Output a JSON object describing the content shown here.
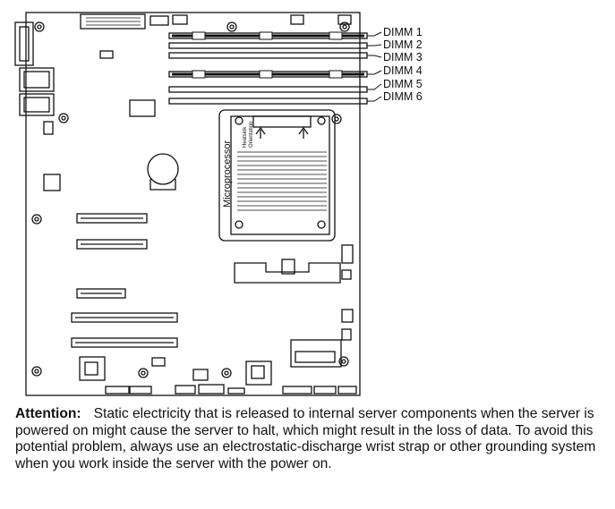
{
  "diagram": {
    "dimm_labels": [
      "DIMM 1",
      "DIMM 2",
      "DIMM 3",
      "DIMM 4",
      "DIMM 5",
      "DIMM 6"
    ],
    "processor_label": "Microprocessor",
    "heatsink_label_line1": "Heatsink",
    "heatsink_label_line2": "Orientation"
  },
  "notice": {
    "heading": "Attention:",
    "body": "Static electricity that is released to internal server components when the server is powered on might cause the server to halt, which might result in the loss of data. To avoid this potential problem, always use an electrostatic-discharge wrist strap or other grounding system when you work inside the server with the power on."
  }
}
